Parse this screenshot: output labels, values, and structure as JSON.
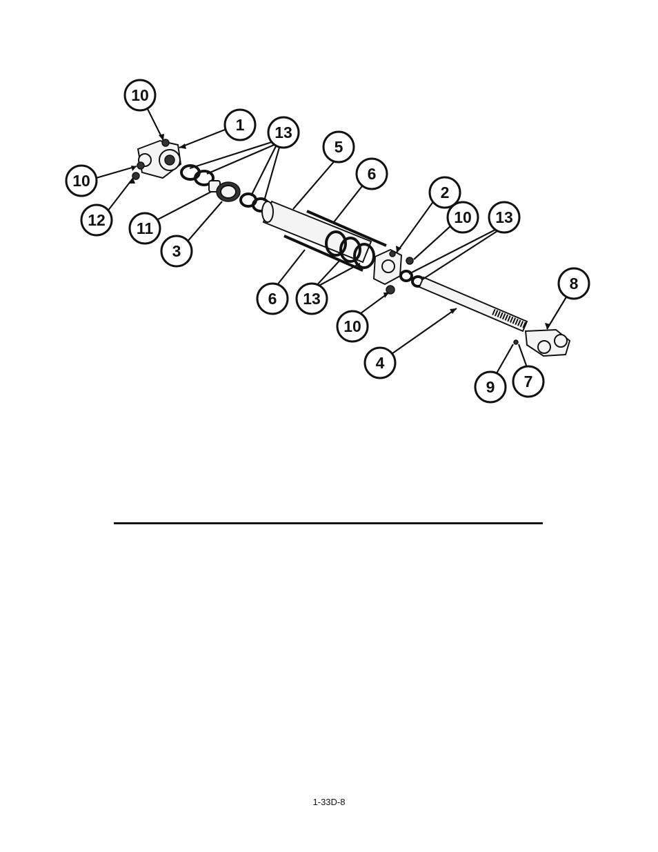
{
  "diagram": {
    "callouts": [
      {
        "id": "c1",
        "label": "10"
      },
      {
        "id": "c2",
        "label": "1"
      },
      {
        "id": "c3",
        "label": "13"
      },
      {
        "id": "c4",
        "label": "5"
      },
      {
        "id": "c5",
        "label": "6"
      },
      {
        "id": "c6",
        "label": "10"
      },
      {
        "id": "c7",
        "label": "12"
      },
      {
        "id": "c8",
        "label": "11"
      },
      {
        "id": "c9",
        "label": "3"
      },
      {
        "id": "c10",
        "label": "2"
      },
      {
        "id": "c11",
        "label": "10"
      },
      {
        "id": "c12",
        "label": "13"
      },
      {
        "id": "c13",
        "label": "8"
      },
      {
        "id": "c14",
        "label": "6"
      },
      {
        "id": "c15",
        "label": "13"
      },
      {
        "id": "c16",
        "label": "10"
      },
      {
        "id": "c17",
        "label": "4"
      },
      {
        "id": "c18",
        "label": "9"
      },
      {
        "id": "c19",
        "label": "7"
      }
    ]
  },
  "footer": {
    "page_number": "1-33D-8"
  }
}
